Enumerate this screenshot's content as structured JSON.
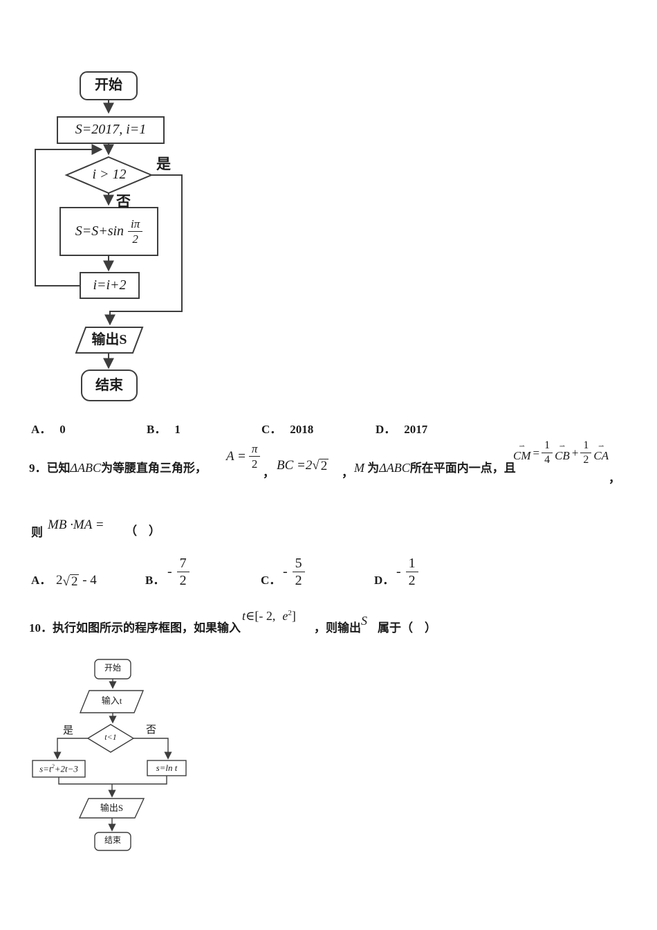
{
  "page": {
    "bg": "#ffffff",
    "ink": "#1b1b1b",
    "line_color": "#3d3d3d"
  },
  "flowchart1": {
    "start": "开始",
    "init": "S=2017, i=1",
    "cond": "i > 12",
    "yes": "是",
    "no": "否",
    "compute_prefix": "S=S+sin",
    "compute_num": "iπ",
    "compute_den": "2",
    "incr": "i=i+2",
    "output": "输出S",
    "end": "结束"
  },
  "q8": {
    "options": [
      {
        "label": "A．",
        "value": "0"
      },
      {
        "label": "B．",
        "value": "1"
      },
      {
        "label": "C．",
        "value": "2018"
      },
      {
        "label": "D．",
        "value": "2017"
      }
    ]
  },
  "q9": {
    "number": "9．",
    "intro1": "已知",
    "triangle1": "ΔABC",
    "intro2": "为等腰直角三角形，",
    "angle_lhs": "A =",
    "angle_num": "π",
    "angle_den": "2",
    "comma1": "，",
    "bc_pre": "BC =2",
    "bc_radicand": "2",
    "comma2": "，",
    "m": "M",
    "mid1": "为",
    "triangle2": "ΔABC",
    "mid2": "所在平面内一点，且",
    "vec_arrow": "⇀",
    "cm": "CM",
    "eq": "=",
    "f1_num": "1",
    "f1_den": "4",
    "cb": "CB",
    "plus": "+",
    "f2_num": "1",
    "f2_den": "2",
    "ca": "CA",
    "comma3": "，",
    "then": "则",
    "expr": "MB ·MA =",
    "paren": "（　）",
    "options": [
      {
        "label": "A．",
        "pre": "2",
        "radicand": "2",
        "post": " - 4"
      },
      {
        "label": "B．",
        "sign": "-",
        "num": "7",
        "den": "2"
      },
      {
        "label": "C．",
        "sign": "-",
        "num": "5",
        "den": "2"
      },
      {
        "label": "D．",
        "sign": "-",
        "num": "1",
        "den": "2"
      }
    ]
  },
  "q10": {
    "number": "10．",
    "text1": "执行如图所示的程序框图，如果输入",
    "t": "t",
    "domain_mid": "∈[- 2,",
    "e": "e",
    "e_sup": "2",
    "domain_close": "]",
    "text2": "，则输出",
    "s": "S",
    "text3": "属于（　）"
  },
  "flowchart2": {
    "start": "开始",
    "input": "输入t",
    "cond": "t<1",
    "yes": "是",
    "no": "否",
    "left_pre": "s=t",
    "left_sup": "2",
    "left_post": "+2t−3",
    "right": "s=ln t",
    "output": "输出S",
    "end": "结束"
  }
}
